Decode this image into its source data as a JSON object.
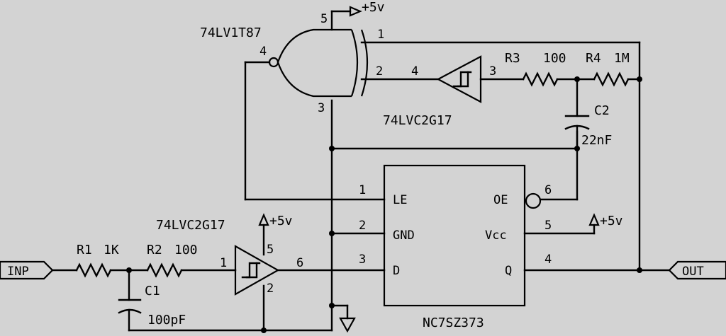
{
  "xor_gate": {
    "part": "74LV1T87",
    "pin_out": "4",
    "pin_vcc": "5",
    "pin_in1": "1",
    "pin_in2": "2",
    "pin_gnd": "3"
  },
  "buffer_top": {
    "part": "74LVC2G17",
    "pin_in": "3",
    "pin_out": "4",
    "pin_to_xor": "2"
  },
  "buffer_bottom": {
    "part": "74LVC2G17",
    "pin_in": "1",
    "pin_vcc": "5",
    "pin_gnd": "2",
    "pin_out": "6"
  },
  "latch": {
    "part": "NC7SZ373",
    "pins": [
      {
        "name": "LE",
        "num": "1"
      },
      {
        "name": "GND",
        "num": "2"
      },
      {
        "name": "D",
        "num": "3"
      },
      {
        "name": "OE",
        "num": "6"
      },
      {
        "name": "Vcc",
        "num": "5"
      },
      {
        "name": "Q",
        "num": "4"
      }
    ]
  },
  "resistors": [
    {
      "ref": "R1",
      "value": "1K"
    },
    {
      "ref": "R2",
      "value": "100"
    },
    {
      "ref": "R3",
      "value": "100"
    },
    {
      "ref": "R4",
      "value": "1M"
    }
  ],
  "capacitors": [
    {
      "ref": "C1",
      "value": "100pF"
    },
    {
      "ref": "C2",
      "value": "22nF"
    }
  ],
  "power": {
    "vcc_label": "+5v"
  },
  "ports": {
    "input": "INP",
    "output": "OUT"
  }
}
